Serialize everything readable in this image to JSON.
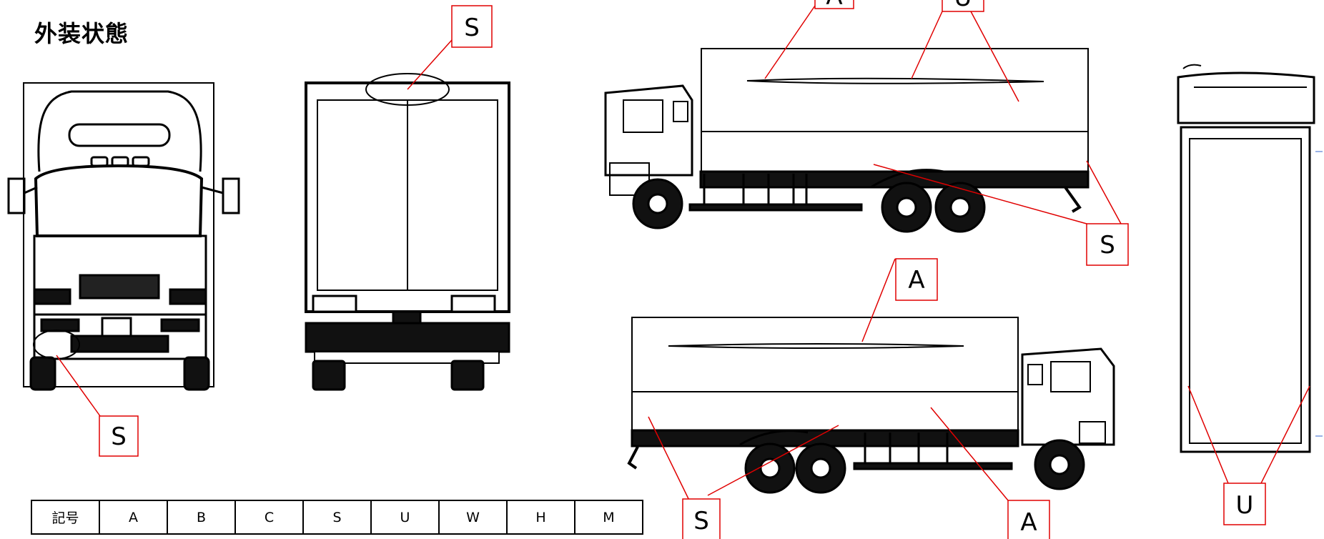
{
  "title": "外装状態",
  "labels": {
    "front_s": "S",
    "rear_s": "S",
    "side_right_a_top": "A",
    "side_right_u_top": "U",
    "side_right_s": "S",
    "side_left_a_top": "A",
    "side_left_s": "S",
    "side_left_a_bottom": "A",
    "top_u": "U"
  },
  "legend": {
    "header": [
      "記号",
      "A",
      "B",
      "C",
      "S",
      "U",
      "W",
      "H",
      "M"
    ]
  },
  "colors": {
    "marker": "#e00000",
    "line": "#000000"
  }
}
